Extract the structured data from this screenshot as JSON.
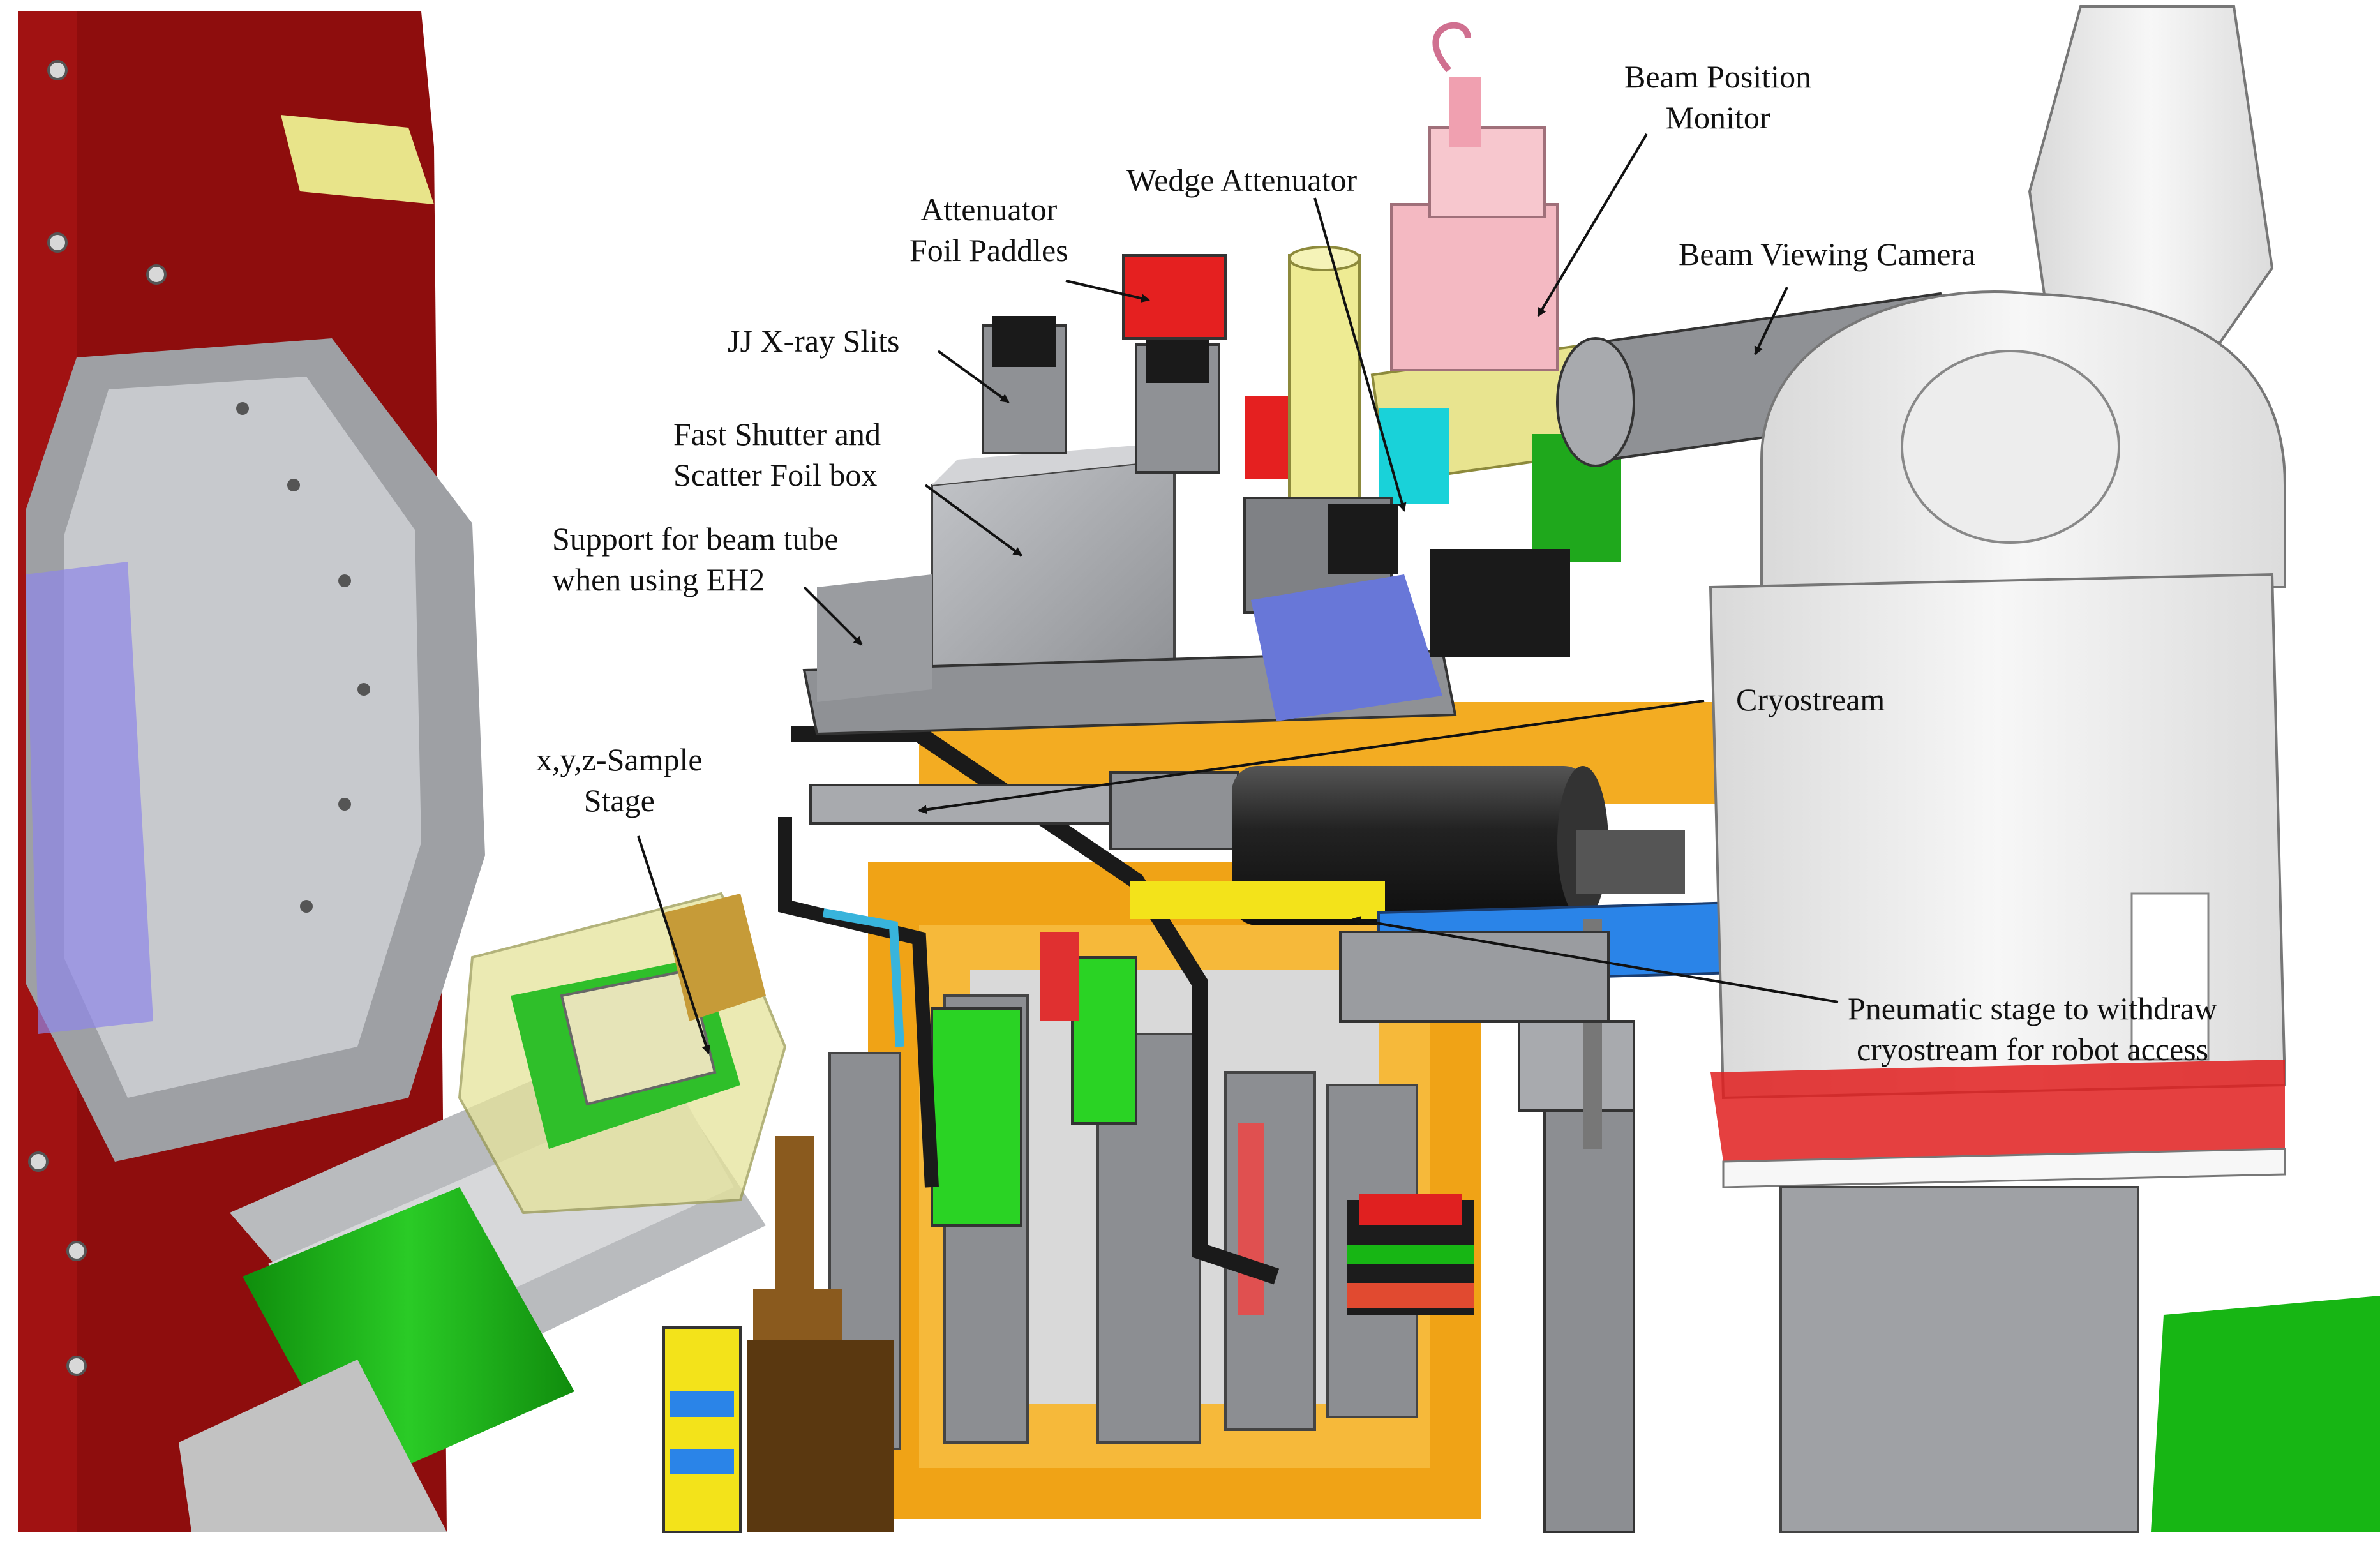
{
  "labels": {
    "beam_position_monitor": [
      "Beam Position",
      "Monitor"
    ],
    "wedge_attenuator": "Wedge Attenuator",
    "attenuator_foil_paddles": [
      "Attenuator",
      "Foil Paddles"
    ],
    "beam_viewing_camera": "Beam Viewing Camera",
    "jj_xray_slits": "JJ X-ray Slits",
    "fast_shutter": [
      "Fast Shutter and",
      "Scatter Foil box"
    ],
    "beam_tube_support": [
      "Support for beam tube",
      "when using EH2"
    ],
    "sample_stage": [
      "x,y,z-Sample",
      "Stage"
    ],
    "cryostream": "Cryostream",
    "pneumatic_stage": [
      "Pneumatic stage to withdraw",
      "cryostream for robot access"
    ]
  },
  "colors": {
    "dark_red": "#9b1010",
    "steel_gray": "#a7a9ad",
    "light_gray": "#cfd1d4",
    "green": "#17b614",
    "orange": "#f2a619",
    "yellow_pale": "#ecec9a",
    "blue": "#2a84e8",
    "pink": "#f4b9c2",
    "black": "#1a1a1a",
    "robot_white": "#f2f2f2",
    "leader_line": "#111111"
  },
  "icons": [
    "beamline-cad-assembly"
  ]
}
